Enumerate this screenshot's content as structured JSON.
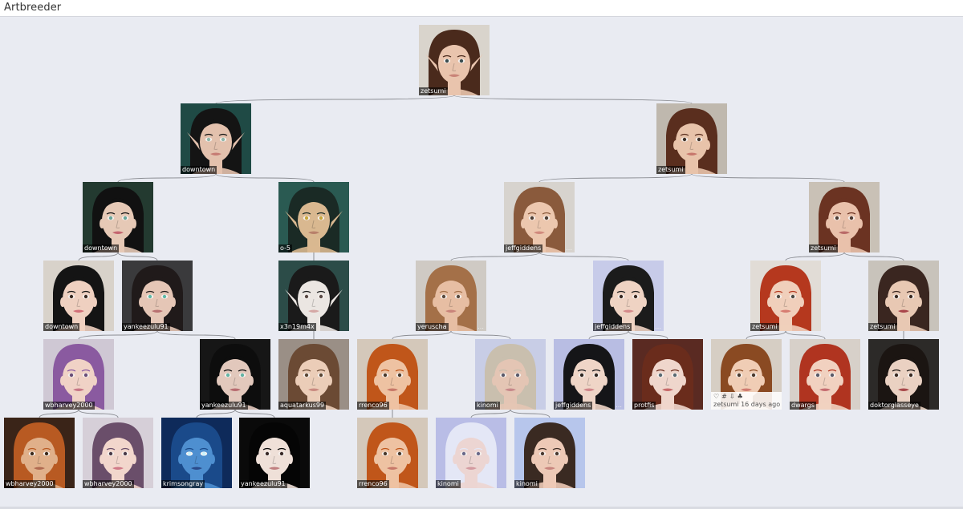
{
  "app": {
    "title": "Artbreeder"
  },
  "hover": {
    "user": "zetsumi",
    "age": "16 days ago"
  },
  "colors": {
    "background": "#e9ebf2",
    "label_bg": "#000000",
    "line": "#8a8c92"
  },
  "nodes": [
    {
      "id": "n0",
      "user": "zetsumi",
      "bg": "#d9d4cc",
      "hair": "#4a2a1c",
      "skin": "#e9c4ad",
      "eye": "#3a4d50",
      "lip": "#c98478",
      "ear": true
    },
    {
      "id": "n1",
      "user": "downtown",
      "bg": "#1f4a45",
      "hair": "#141414",
      "skin": "#e3c1ad",
      "eye": "#8fb6a8",
      "lip": "#c67c74",
      "ear": true
    },
    {
      "id": "n2",
      "user": "zetsumi",
      "bg": "#bfb8ae",
      "hair": "#5a2e1e",
      "skin": "#e8c3aa",
      "eye": "#3e3028",
      "lip": "#c7776c",
      "ear": false
    },
    {
      "id": "n3",
      "user": "downtown",
      "bg": "#233a30",
      "hair": "#111111",
      "skin": "#e6c9b6",
      "eye": "#68a69a",
      "lip": "#c46670",
      "ear": false
    },
    {
      "id": "n4",
      "user": "o-5",
      "bg": "#2a5a52",
      "hair": "#1a2a25",
      "skin": "#d9b890",
      "eye": "#c7a63a",
      "lip": "#b8806a",
      "ear": true
    },
    {
      "id": "n5",
      "user": "jeffgiddens",
      "bg": "#d7d3ce",
      "hair": "#8a5a3c",
      "skin": "#ecc7ae",
      "eye": "#4d3e34",
      "lip": "#d08a7d",
      "ear": false
    },
    {
      "id": "n6",
      "user": "zetsumi",
      "bg": "#c9c1b6",
      "hair": "#6b3322",
      "skin": "#e9c1ab",
      "eye": "#4b3a32",
      "lip": "#b96a68",
      "ear": false
    },
    {
      "id": "n7",
      "user": "downtown",
      "bg": "#d8d2ca",
      "hair": "#141414",
      "skin": "#efd0c0",
      "eye": "#3a2a22",
      "lip": "#d26f78",
      "ear": false
    },
    {
      "id": "n8",
      "user": "yankeezulu91",
      "bg": "#3a3a3c",
      "hair": "#201a1a",
      "skin": "#e5c6b6",
      "eye": "#5fb9a6",
      "lip": "#b87070",
      "ear": false
    },
    {
      "id": "n9",
      "user": "x3n19m4x",
      "bg": "#2c4c48",
      "hair": "#1a1a1a",
      "skin": "#ebe6e2",
      "eye": "#5a4a45",
      "lip": "#d5a8a5",
      "ear": true
    },
    {
      "id": "n10",
      "user": "yeruscha",
      "bg": "#cfcac4",
      "hair": "#a47048",
      "skin": "#e7bea3",
      "eye": "#5a4a3c",
      "lip": "#c9847a",
      "ear": false
    },
    {
      "id": "n11",
      "user": "jeffgiddens",
      "bg": "#c7cbe9",
      "hair": "#1b1b1b",
      "skin": "#efd3c3",
      "eye": "#3a2a22",
      "lip": "#d58a8a",
      "ear": false
    },
    {
      "id": "n12",
      "user": "zetsumi",
      "bg": "#e1dcd6",
      "hair": "#b5381e",
      "skin": "#f0cfbb",
      "eye": "#4e4a42",
      "lip": "#d77c70",
      "ear": false
    },
    {
      "id": "n13",
      "user": "zetsumi",
      "bg": "#c8c3bb",
      "hair": "#3a2620",
      "skin": "#e8c8b3",
      "eye": "#3a2a22",
      "lip": "#a8444a",
      "ear": false
    },
    {
      "id": "n14",
      "user": "wbharvey2000",
      "bg": "#cfc8d4",
      "hair": "#8a5aa0",
      "skin": "#f0d2c6",
      "eye": "#6a4e78",
      "lip": "#c77686",
      "ear": false
    },
    {
      "id": "n15",
      "user": "yankeezulu91",
      "bg": "#161616",
      "hair": "#0d0d0d",
      "skin": "#e2c8bc",
      "eye": "#64b4a4",
      "lip": "#b86c70",
      "ear": false
    },
    {
      "id": "n16",
      "user": "aquatarkus99",
      "bg": "#9a8f86",
      "hair": "#6b4a34",
      "skin": "#ebcdb8",
      "eye": "#5a4634",
      "lip": "#c98a80",
      "ear": false
    },
    {
      "id": "n17",
      "user": "rrenco96",
      "bg": "#d4c8ba",
      "hair": "#c0561a",
      "skin": "#eec2a2",
      "eye": "#4a3a2c",
      "lip": "#c77868",
      "ear": false
    },
    {
      "id": "n18",
      "user": "kinomi",
      "bg": "#c8cde6",
      "hair": "#c9bfae",
      "skin": "#e4c5b4",
      "eye": "#5a5a6a",
      "lip": "#c7888a",
      "ear": false
    },
    {
      "id": "n19",
      "user": "jeffgiddens",
      "bg": "#b8bde3",
      "hair": "#151518",
      "skin": "#efd5c7",
      "eye": "#2f2620",
      "lip": "#d1868a",
      "ear": false
    },
    {
      "id": "n20",
      "user": "protfis",
      "bg": "#5a2a22",
      "hair": "#6a2c1c",
      "skin": "#efd6cc",
      "eye": "#5a6a72",
      "lip": "#c76a6a",
      "ear": false
    },
    {
      "id": "n21",
      "user": "zetsumi",
      "bg": "#d6cec4",
      "hair": "#8a4a22",
      "skin": "#f0cdb5",
      "eye": "#4a3a2e",
      "lip": "#d07a70",
      "ear": false
    },
    {
      "id": "n22",
      "user": "dwargs",
      "bg": "#d7d0c9",
      "hair": "#b03420",
      "skin": "#f1d1c0",
      "eye": "#5a5a68",
      "lip": "#c56c70",
      "ear": false
    },
    {
      "id": "n23",
      "user": "doktorglasseye",
      "bg": "#2c2a28",
      "hair": "#1b1512",
      "skin": "#ead1c2",
      "eye": "#3a2a22",
      "lip": "#a8484a",
      "ear": false
    },
    {
      "id": "n24",
      "user": "wbharvey2000",
      "bg": "#3a2418",
      "hair": "#b85a22",
      "skin": "#e0b08a",
      "eye": "#3c2a1a",
      "lip": "#b06a50",
      "ear": false
    },
    {
      "id": "n25",
      "user": "wbharvey2000",
      "bg": "#d6cfd8",
      "hair": "#6a4e6a",
      "skin": "#f2d6cc",
      "eye": "#4a3a48",
      "lip": "#d07a88",
      "ear": false
    },
    {
      "id": "n26",
      "user": "krimsongray",
      "bg": "#0e2a5a",
      "hair": "#1a4a8a",
      "skin": "#4e8fd0",
      "eye": "#c9f4ff",
      "lip": "#2a4a8a",
      "ear": false
    },
    {
      "id": "n27",
      "user": "yankeezulu91",
      "bg": "#0a0a0a",
      "hair": "#050505",
      "skin": "#efe0d8",
      "eye": "#3a2a28",
      "lip": "#c08080",
      "ear": false
    },
    {
      "id": "n28",
      "user": "rrenco96",
      "bg": "#d4c8ba",
      "hair": "#c0561a",
      "skin": "#eec2a2",
      "eye": "#4a3a2c",
      "lip": "#c77868",
      "ear": false
    },
    {
      "id": "n29",
      "user": "kinomi",
      "bg": "#b9bde6",
      "hair": "#e4e7f6",
      "skin": "#ecd5d2",
      "eye": "#6a6a8a",
      "lip": "#d39aa0",
      "ear": false
    },
    {
      "id": "n30",
      "user": "kinomi",
      "bg": "#b7c6ec",
      "hair": "#3a2a22",
      "skin": "#edc9b6",
      "eye": "#4a3a30",
      "lip": "#c8857e",
      "ear": false
    }
  ]
}
